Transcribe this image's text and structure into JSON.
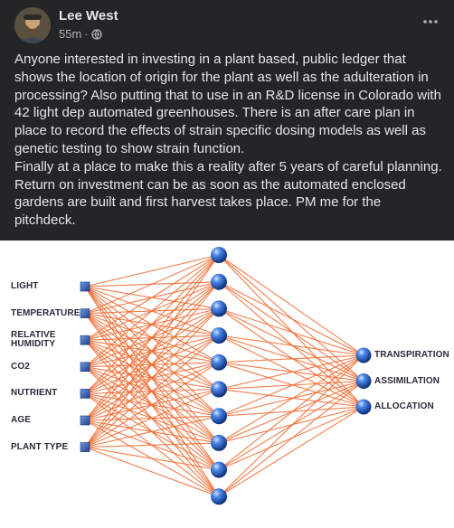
{
  "post": {
    "author": "Lee West",
    "time": "55m",
    "separator": "·",
    "privacy_icon": "globe-icon",
    "more_icon": "more-horizontal-icon",
    "paragraphs": [
      "Anyone interested in investing in a plant based, public ledger that shows the location of origin for the plant as well as the adulteration in processing? Also putting that to use in an R&D license in Colorado with 42 light dep automated greenhouses. There is an after care plan in place to record the effects of strain specific dosing models as well as genetic testing to show strain function.",
      "Finally at a place to make this a reality after 5 years of careful planning. Return on investment can be as soon as the automated enclosed gardens are built and first harvest takes place. PM me for the pitchdeck."
    ]
  },
  "diagram": {
    "inputs": [
      {
        "label": "LIGHT"
      },
      {
        "label": "TEMPERATURE"
      },
      {
        "label": "RELATIVE HUMIDITY"
      },
      {
        "label": "CO2"
      },
      {
        "label": "NUTRIENT"
      },
      {
        "label": "AGE"
      },
      {
        "label": "PLANT TYPE"
      }
    ],
    "hidden_node_count": 10,
    "outputs": [
      {
        "label": "TRANSPIRATION"
      },
      {
        "label": "ASSIMILATION"
      },
      {
        "label": "ALLOCATION"
      }
    ],
    "colors": {
      "connection": "#f0662a",
      "input_node": "#2a5db0",
      "node_sphere": "#1e56c0",
      "label": "#2a2a3a"
    }
  }
}
